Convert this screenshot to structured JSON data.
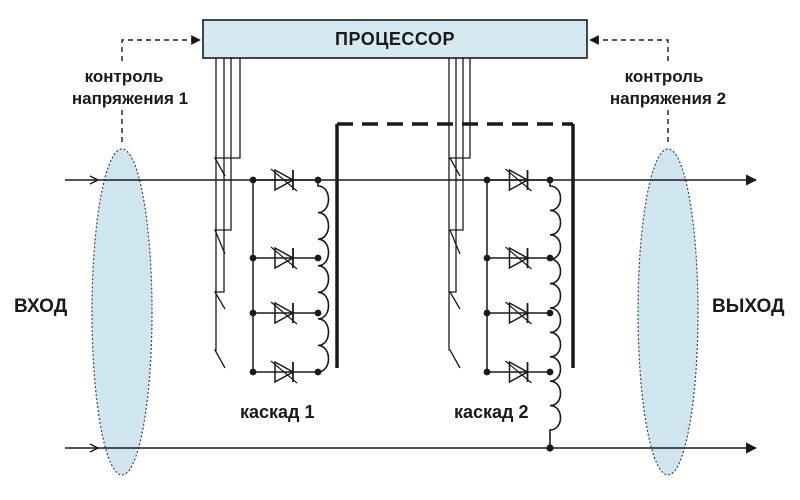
{
  "processor": {
    "label": "ПРОЦЕССОР"
  },
  "input": {
    "label": "ВХОД"
  },
  "output": {
    "label": "ВЫХОД"
  },
  "control_1": {
    "line1": "контроль",
    "line2": "напряжения 1"
  },
  "control_2": {
    "line1": "контроль",
    "line2": "напряжения 2"
  },
  "cascade_1": {
    "label": "каскад 1"
  },
  "cascade_2": {
    "label": "каскад 2"
  },
  "colors": {
    "processor_fill": "#d6e9f2",
    "sensor_fill": "#cfe6f1",
    "stroke": "#1a1a1a"
  }
}
